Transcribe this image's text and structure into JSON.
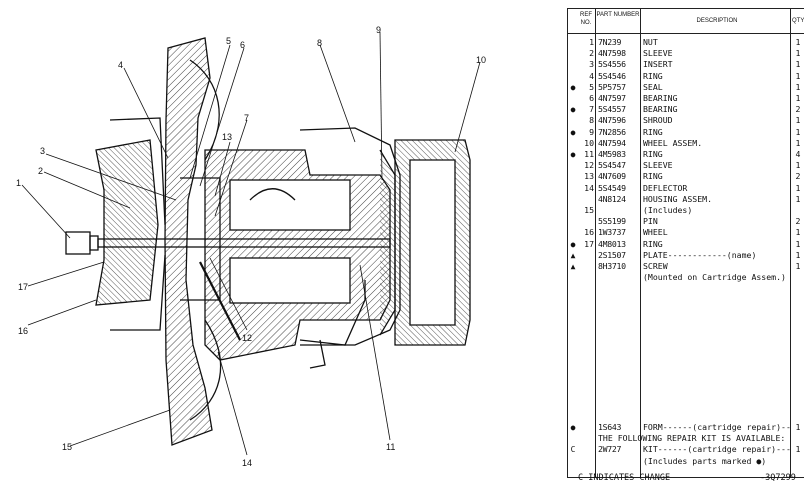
{
  "drawing": {
    "callouts": [
      "1",
      "2",
      "3",
      "4",
      "5",
      "6",
      "7",
      "8",
      "9",
      "10",
      "11",
      "12",
      "13",
      "14",
      "15",
      "16",
      "17"
    ]
  },
  "parts_list": {
    "headers": {
      "ref": "REF NO.",
      "part": "PART NUMBER",
      "desc": "DESCRIPTION",
      "qty": "QTY"
    },
    "rows": [
      {
        "mark": "",
        "ref": "1",
        "part": "7N239",
        "desc": "NUT",
        "qty": "1"
      },
      {
        "mark": "",
        "ref": "2",
        "part": "4N7598",
        "desc": "SLEEVE",
        "qty": "1"
      },
      {
        "mark": "",
        "ref": "3",
        "part": "5S4556",
        "desc": "INSERT",
        "qty": "1"
      },
      {
        "mark": "",
        "ref": "4",
        "part": "5S4546",
        "desc": "RING",
        "qty": "1"
      },
      {
        "mark": "●",
        "ref": "5",
        "part": "5P5757",
        "desc": "SEAL",
        "qty": "1"
      },
      {
        "mark": "",
        "ref": "6",
        "part": "4N7597",
        "desc": "BEARING",
        "qty": "1"
      },
      {
        "mark": "●",
        "ref": "7",
        "part": "5S4557",
        "desc": "BEARING",
        "qty": "2"
      },
      {
        "mark": "",
        "ref": "8",
        "part": "4N7596",
        "desc": "SHROUD",
        "qty": "1"
      },
      {
        "mark": "●",
        "ref": "9",
        "part": "7N2856",
        "desc": "RING",
        "qty": "1"
      },
      {
        "mark": "",
        "ref": "10",
        "part": "4N7594",
        "desc": "WHEEL ASSEM.",
        "qty": "1"
      },
      {
        "mark": "●",
        "ref": "11",
        "part": "4M5983",
        "desc": "RING",
        "qty": "4"
      },
      {
        "mark": "",
        "ref": "12",
        "part": "5S4547",
        "desc": "SLEEVE",
        "qty": "1"
      },
      {
        "mark": "",
        "ref": "13",
        "part": "4N7609",
        "desc": "RING",
        "qty": "2"
      },
      {
        "mark": "",
        "ref": "14",
        "part": "5S4549",
        "desc": "DEFLECTOR",
        "qty": "1"
      },
      {
        "mark": "",
        "ref": "",
        "part": "4N8124",
        "desc": "HOUSING ASSEM.",
        "qty": "1"
      },
      {
        "mark": "",
        "ref": "15",
        "part": "",
        "desc": "(Includes)",
        "qty": ""
      },
      {
        "mark": "",
        "ref": "",
        "part": "5S5199",
        "desc": "PIN",
        "qty": "2"
      },
      {
        "mark": "",
        "ref": "16",
        "part": "1W3737",
        "desc": "WHEEL",
        "qty": "1"
      },
      {
        "mark": "●",
        "ref": "17",
        "part": "4M8013",
        "desc": "RING",
        "qty": "1"
      },
      {
        "mark": "▲",
        "ref": "",
        "part": "2S1507",
        "desc": "PLATE------------(name)",
        "qty": "1"
      },
      {
        "mark": "▲",
        "ref": "",
        "part": "8H3710",
        "desc": "SCREW",
        "qty": "1"
      },
      {
        "mark": "",
        "ref": "",
        "part": "",
        "desc": "(Mounted on Cartridge Assem.)",
        "qty": ""
      }
    ],
    "repair": [
      {
        "mark": "●",
        "part": "1S643",
        "desc": "FORM------(cartridge repair)-----",
        "qty": "1"
      },
      {
        "mark": "",
        "part": "",
        "desc": "THE FOLLOWING REPAIR KIT IS AVAILABLE:",
        "qty": "",
        "wide": true
      },
      {
        "mark": "C",
        "part": "2W727",
        "desc": "KIT------(cartridge repair)------",
        "qty": "1"
      },
      {
        "mark": "",
        "part": "",
        "desc": "(Includes parts marked ●)",
        "qty": ""
      }
    ]
  },
  "footer": {
    "note": "C INDICATES CHANGE",
    "figure_no": "-3Q7299"
  }
}
